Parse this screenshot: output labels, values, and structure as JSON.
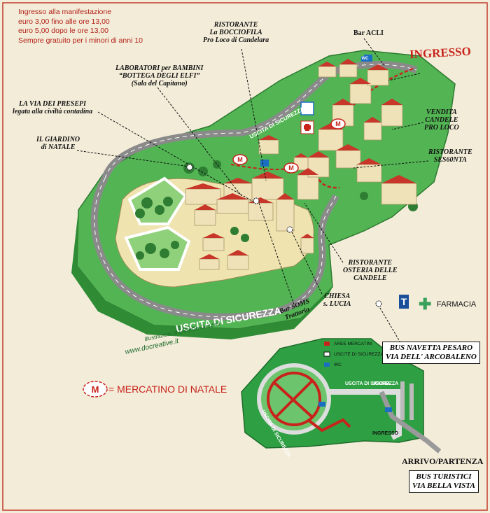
{
  "info": {
    "line1": "Ingresso alla manifestazione",
    "line2": "euro 3,00 fino alle ore 13,00",
    "line3": "euro 5,00 dopo le ore 13,00",
    "line4": "Sempre gratuito per i minori di anni 10"
  },
  "entrance": "INGRESSO",
  "labels": {
    "bocciofila": [
      "RISTORANTE",
      "La BOCCIOFILA",
      "Pro Loco di Candelara"
    ],
    "bar_acli": "Bar ACLI",
    "laboratori": [
      "LABORATORI per BAMBINI",
      "“BOTTEGA DEGLI ELFI”",
      "(Sala del Capitano)"
    ],
    "presepi": [
      "LA VIA DEI PRESEPI",
      "legata alla civiltà contadina"
    ],
    "giardino": [
      "IL GIARDINO",
      "di NATALE"
    ],
    "vendita": [
      "VENDITA",
      "CANDELE",
      "PRO LOCO"
    ],
    "sesgonta": [
      "RISTORANTE",
      "SES60NTA"
    ],
    "osteria": [
      "RISTORANTE",
      "OSTERIA DELLE",
      "CANDELE"
    ],
    "chiesa": [
      "CHIESA",
      "s. LUCIA"
    ],
    "bar_soms": [
      "Bar SOMS",
      "Trattoria"
    ]
  },
  "roads": {
    "exit_main": "USCITA DI SICUREZZA",
    "exit_north": "USCITA DI SICUREZZA",
    "inset_exit_left": "USCITA DI SICUREZZA",
    "inset_exit_mid": "USCITA DI SICUREZZA",
    "inset_exit_right": "USCITA",
    "inset_ingresso": "INGRESSO"
  },
  "wc": "WC",
  "farmacia": "FARMACIA",
  "taxi_letter": "T",
  "credits": {
    "illustration": "Illustrazioni di Lorenzo Denzelli",
    "site": "www.docreative.it"
  },
  "legend": {
    "market_letter": "M",
    "market_text": "= MERCATINO DI NATALE",
    "aree_mercatini": "AREE MERCATINI",
    "uscite": "USCITE DI SICUREZZA",
    "wc": "WC"
  },
  "bus": {
    "navetta": [
      "BUS NAVETTA PESARO",
      "VIA DELL' ARCOBALENO"
    ],
    "arrivo": "ARRIVO/PARTENZA",
    "turistici": [
      "BUS TURISTICI",
      "VIA BELLA VISTA"
    ]
  },
  "colors": {
    "grass": "#52b453",
    "road": "#8a8a8a",
    "roof": "#c8362a",
    "accent_red": "#c8231b"
  }
}
